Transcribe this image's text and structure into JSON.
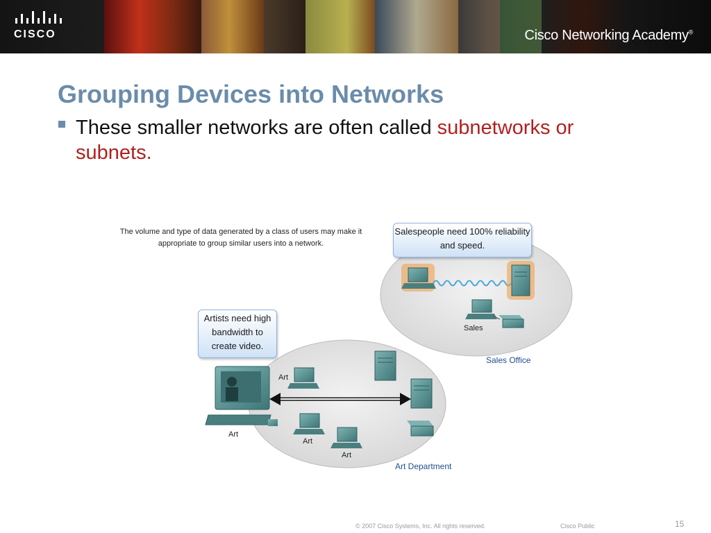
{
  "header": {
    "logo_text": "CISCO",
    "academy": "Cisco Networking Academy"
  },
  "slide": {
    "title": "Grouping Devices into Networks",
    "bullet_prefix": "These smaller networks are often called",
    "bullet_highlight": "subnetworks or subnets."
  },
  "diagram": {
    "caption": "The volume and type of data generated by a class of users may make it appropriate to group similar users into a network.",
    "sales_callout": "Salespeople need 100% reliability and speed.",
    "art_callout": "Artists need high bandwidth to create video.",
    "sales_label": "Sales",
    "sales_area": "Sales Office",
    "art_label_1": "Art",
    "art_label_2": "Art",
    "art_label_3": "Art",
    "art_label_4": "Art",
    "art_area": "Art Department"
  },
  "footer": {
    "copyright": "© 2007 Cisco Systems, Inc. All rights reserved.",
    "classification": "Cisco Public",
    "page_number": "15"
  },
  "colors": {
    "title": "#6b8caa",
    "highlight": "#b0211f",
    "device": "#4f8a8b",
    "sales_glow": "#e8801f"
  }
}
